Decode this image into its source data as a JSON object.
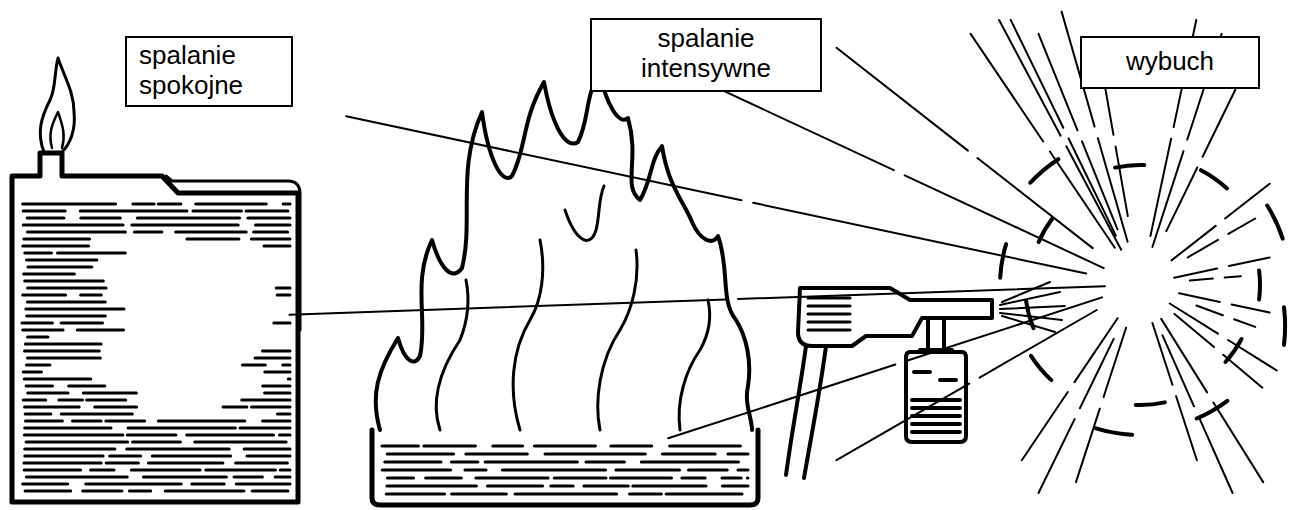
{
  "diagram": {
    "nodes": [
      {
        "text": [
          "spalanie spokojne"
        ]
      },
      {
        "text": [
          "spalanie intensywne"
        ]
      },
      {
        "text": [
          "wybuch"
        ]
      }
    ]
  }
}
